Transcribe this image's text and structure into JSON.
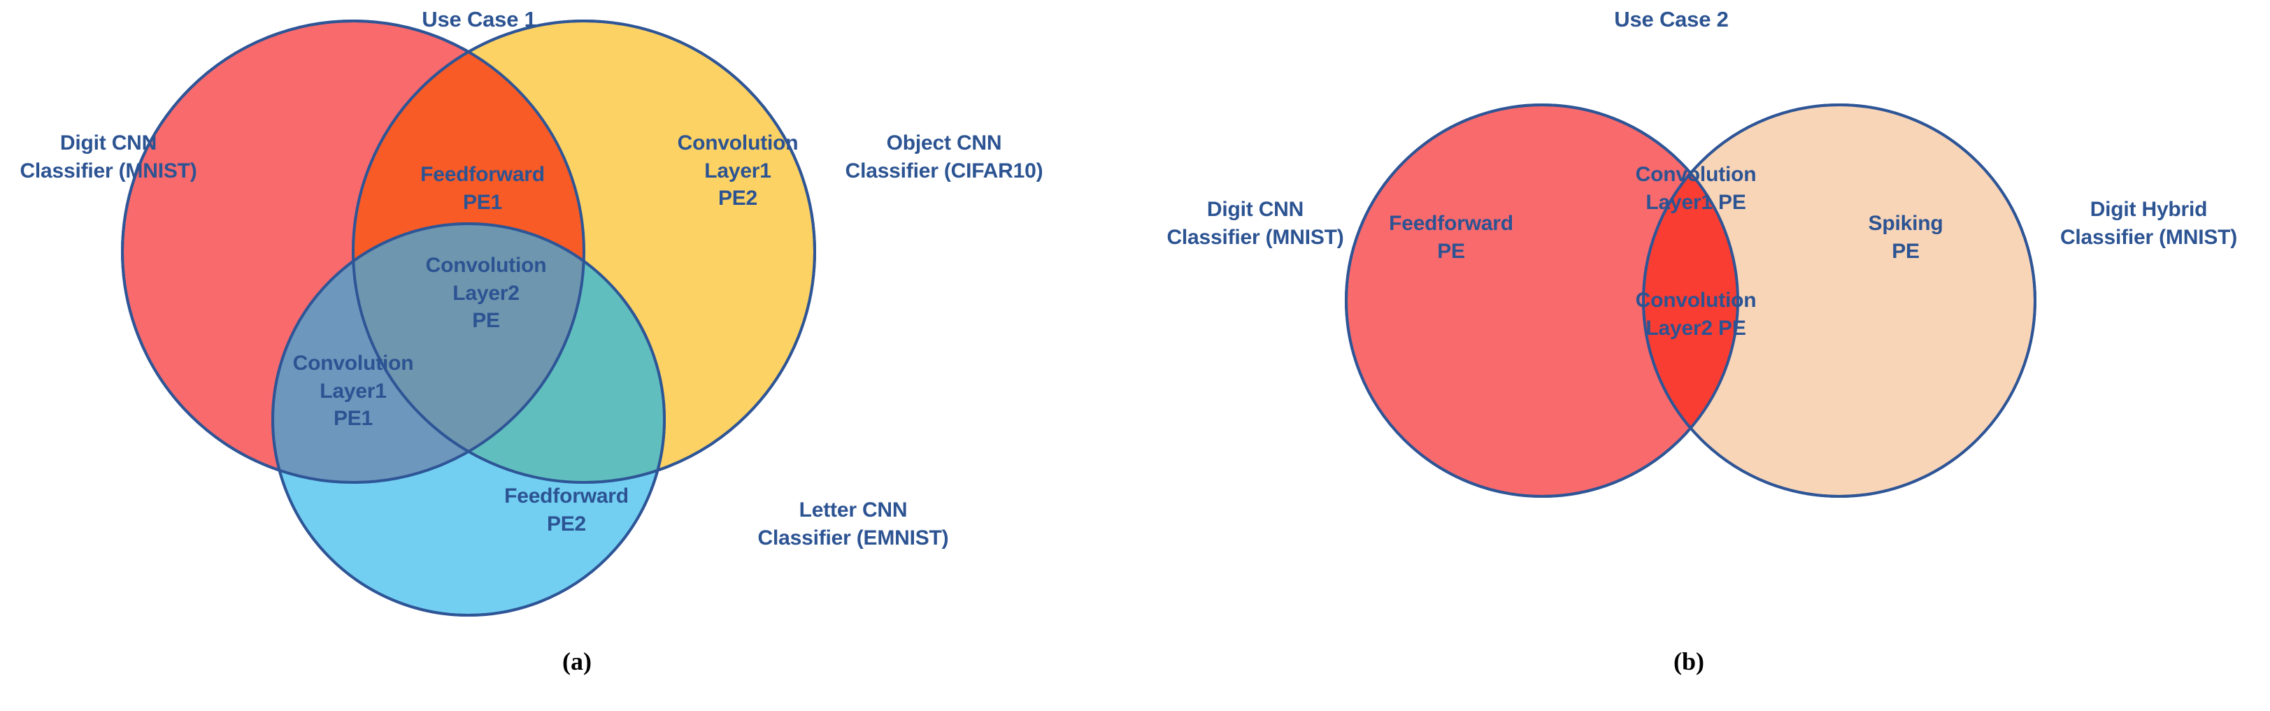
{
  "figure": {
    "caption_a": "(a)",
    "caption_b": "(b)",
    "text_color": "#2c5392",
    "stroke_color": "#2e5596",
    "background": "#ffffff"
  },
  "diagram_a": {
    "title": "Use Case 1",
    "type": "venn-3",
    "sets": [
      {
        "key": "digit_cnn",
        "outer_label": "Digit CNN\nClassifier (MNIST)",
        "fill": "#f96a6d",
        "own_label": ""
      },
      {
        "key": "object_cnn",
        "outer_label": "Object CNN\nClassifier (CIFAR10)",
        "fill": "#fcd264",
        "own_label": "Convolution\nLayer1\nPE2"
      },
      {
        "key": "letter_cnn",
        "outer_label": "Letter CNN\nClassifier (EMNIST)",
        "fill": "#5ec8f0",
        "own_label": "Feedforward\nPE2"
      }
    ],
    "intersections": [
      {
        "key": "digit_object",
        "label": "Feedforward\nPE1",
        "fill": "#f95b26"
      },
      {
        "key": "digit_letter",
        "label": "Convolution\nLayer1\nPE1",
        "fill": "#6e95bb"
      },
      {
        "key": "object_letter",
        "label": "",
        "fill": "#5fbdbb"
      },
      {
        "key": "all_three",
        "label": "Convolution\nLayer2\nPE",
        "fill": "#6e95ae"
      }
    ]
  },
  "diagram_b": {
    "title": "Use Case 2",
    "type": "venn-2",
    "sets": [
      {
        "key": "digit_cnn",
        "outer_label": "Digit CNN\nClassifier (MNIST)",
        "fill": "#f96a6d",
        "own_label": "Feedforward\nPE"
      },
      {
        "key": "digit_hybrid",
        "outer_label": "Digit Hybrid\nClassifier (MNIST)",
        "fill": "#f9d5b8",
        "own_label": "Spiking\nPE"
      }
    ],
    "intersections": [
      {
        "key": "cnn_hybrid",
        "label_top": "Convolution\nLayer1 PE",
        "label_bottom": "Convolution\nLayer2 PE",
        "fill": "#f93d32"
      }
    ]
  }
}
